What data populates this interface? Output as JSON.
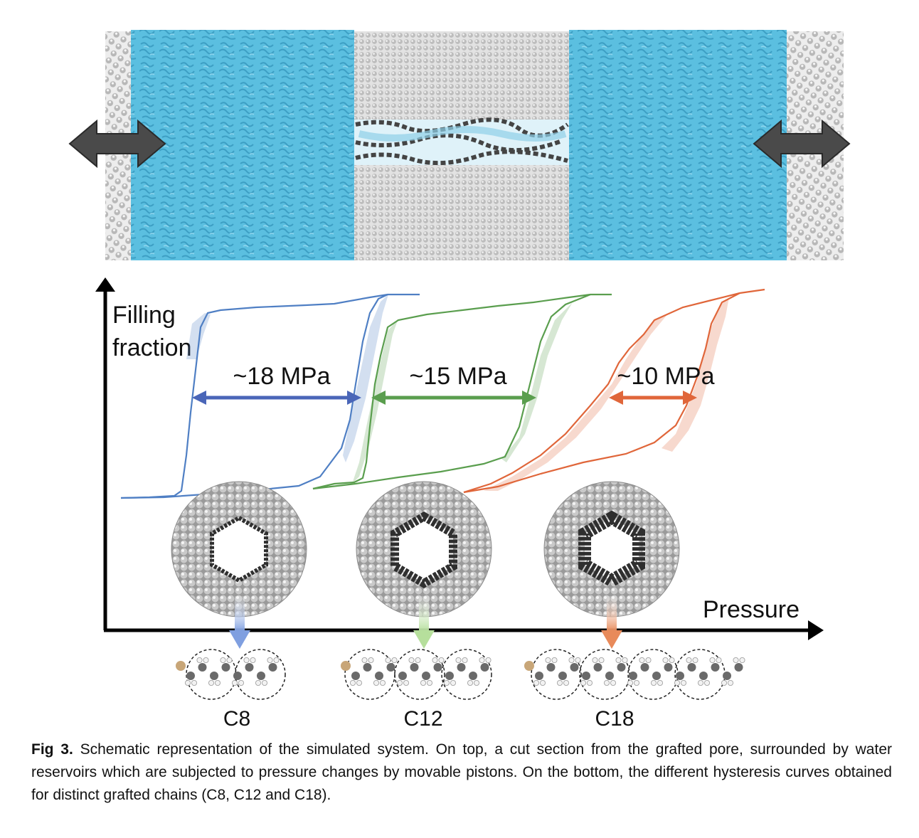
{
  "figure": {
    "y_axis_label_line1": "Filling",
    "y_axis_label_line2": "fraction",
    "x_axis_label": "Pressure",
    "colors": {
      "water": "#5bbfe0",
      "c8": "#4f7fc4",
      "c12": "#5a9e4e",
      "c18": "#e0663a",
      "piston_arrow": "#4a4a4a",
      "axis": "#000000",
      "pore_wall": "#cfcfcf",
      "chains": "#3a3a3a"
    },
    "icons": [
      "double-arrow-icon",
      "double-arrow-icon"
    ],
    "curves": [
      {
        "id": "c8",
        "gap_label": "~18 MPa",
        "chain_label": "C8",
        "intrusion": [
          [
            170,
            700
          ],
          [
            210,
            699
          ],
          [
            245,
            697
          ],
          [
            255,
            690
          ],
          [
            262,
            640
          ],
          [
            268,
            580
          ],
          [
            275,
            520
          ],
          [
            282,
            460
          ],
          [
            292,
            440
          ],
          [
            310,
            436
          ],
          [
            360,
            432
          ],
          [
            430,
            429
          ],
          [
            470,
            427
          ],
          [
            520,
            418
          ],
          [
            545,
            414
          ],
          [
            590,
            414
          ]
        ],
        "extrusion": [
          [
            170,
            700
          ],
          [
            230,
            699
          ],
          [
            300,
            694
          ],
          [
            370,
            688
          ],
          [
            420,
            683
          ],
          [
            450,
            670
          ],
          [
            480,
            630
          ],
          [
            492,
            590
          ],
          [
            500,
            540
          ],
          [
            510,
            480
          ],
          [
            520,
            440
          ],
          [
            532,
            420
          ],
          [
            545,
            414
          ]
        ],
        "bands": [
          [
            [
              262,
              505
            ],
            [
              270,
              455
            ],
            [
              288,
              440
            ],
            [
              296,
              442
            ],
            [
              286,
              470
            ],
            [
              276,
              505
            ]
          ],
          [
            [
              482,
              640
            ],
            [
              492,
              590
            ],
            [
              505,
              530
            ],
            [
              520,
              460
            ],
            [
              535,
              424
            ],
            [
              546,
              414
            ],
            [
              538,
              440
            ],
            [
              526,
              500
            ],
            [
              514,
              560
            ],
            [
              498,
              620
            ],
            [
              486,
              650
            ]
          ]
        ]
      },
      {
        "id": "c12",
        "gap_label": "~15 MPa",
        "chain_label": "C12",
        "intrusion": [
          [
            440,
            687
          ],
          [
            470,
            680
          ],
          [
            498,
            678
          ],
          [
            510,
            672
          ],
          [
            515,
            650
          ],
          [
            520,
            600
          ],
          [
            527,
            540
          ],
          [
            535,
            500
          ],
          [
            545,
            460
          ],
          [
            560,
            450
          ],
          [
            600,
            442
          ],
          [
            650,
            436
          ],
          [
            700,
            430
          ],
          [
            750,
            425
          ],
          [
            800,
            418
          ],
          [
            830,
            414
          ],
          [
            860,
            414
          ]
        ],
        "extrusion": [
          [
            440,
            687
          ],
          [
            500,
            680
          ],
          [
            560,
            671
          ],
          [
            620,
            663
          ],
          [
            680,
            652
          ],
          [
            710,
            642
          ],
          [
            730,
            600
          ],
          [
            740,
            560
          ],
          [
            750,
            520
          ],
          [
            760,
            480
          ],
          [
            775,
            445
          ],
          [
            795,
            428
          ],
          [
            830,
            414
          ]
        ],
        "bands": [
          [
            [
              495,
              680
            ],
            [
              505,
              650
            ],
            [
              515,
              600
            ],
            [
              530,
              530
            ],
            [
              545,
              465
            ],
            [
              560,
              448
            ],
            [
              552,
              470
            ],
            [
              542,
              520
            ],
            [
              530,
              580
            ],
            [
              518,
              630
            ],
            [
              505,
              670
            ]
          ],
          [
            [
              705,
              645
            ],
            [
              730,
              615
            ],
            [
              745,
              560
            ],
            [
              760,
              500
            ],
            [
              780,
              450
            ],
            [
              805,
              425
            ],
            [
              790,
              450
            ],
            [
              770,
              500
            ],
            [
              755,
              560
            ],
            [
              738,
              610
            ],
            [
              712,
              650
            ]
          ]
        ]
      },
      {
        "id": "c18",
        "gap_label": "~10 MPa",
        "chain_label": "C18",
        "intrusion": [
          [
            652,
            692
          ],
          [
            690,
            680
          ],
          [
            720,
            665
          ],
          [
            760,
            640
          ],
          [
            795,
            610
          ],
          [
            830,
            570
          ],
          [
            855,
            540
          ],
          [
            870,
            510
          ],
          [
            885,
            490
          ],
          [
            905,
            470
          ],
          [
            920,
            450
          ],
          [
            960,
            432
          ],
          [
            1000,
            422
          ],
          [
            1040,
            412
          ],
          [
            1075,
            407
          ]
        ],
        "extrusion": [
          [
            652,
            692
          ],
          [
            700,
            684
          ],
          [
            760,
            666
          ],
          [
            820,
            650
          ],
          [
            880,
            638
          ],
          [
            920,
            622
          ],
          [
            950,
            598
          ],
          [
            965,
            570
          ],
          [
            980,
            530
          ],
          [
            992,
            490
          ],
          [
            1000,
            455
          ],
          [
            1015,
            425
          ],
          [
            1040,
            412
          ]
        ],
        "bands": [
          [
            [
              680,
              690
            ],
            [
              720,
              670
            ],
            [
              760,
              645
            ],
            [
              795,
              615
            ],
            [
              830,
              575
            ],
            [
              860,
              540
            ],
            [
              880,
              505
            ],
            [
              900,
              475
            ],
            [
              920,
              450
            ],
            [
              940,
              440
            ],
            [
              915,
              470
            ],
            [
              895,
              500
            ],
            [
              872,
              535
            ],
            [
              845,
              575
            ],
            [
              810,
              615
            ],
            [
              770,
              650
            ],
            [
              730,
              675
            ],
            [
              700,
              690
            ]
          ],
          [
            [
              930,
              630
            ],
            [
              950,
              610
            ],
            [
              965,
              575
            ],
            [
              980,
              535
            ],
            [
              990,
              495
            ],
            [
              1000,
              460
            ],
            [
              1012,
              430
            ],
            [
              1025,
              418
            ],
            [
              1020,
              445
            ],
            [
              1008,
              485
            ],
            [
              998,
              525
            ],
            [
              985,
              570
            ],
            [
              968,
              605
            ],
            [
              945,
              635
            ]
          ]
        ]
      }
    ],
    "pores": [
      {
        "id": "c8"
      },
      {
        "id": "c12"
      },
      {
        "id": "c18"
      }
    ]
  },
  "caption": {
    "label": "Fig 3.",
    "text": " Schematic representation of the simulated system. On top, a cut section from the grafted pore, surrounded by water reservoirs which are subjected to pressure changes by movable pistons. On the bottom, the different hysteresis curves obtained for distinct grafted chains (C8, C12 and C18)."
  }
}
